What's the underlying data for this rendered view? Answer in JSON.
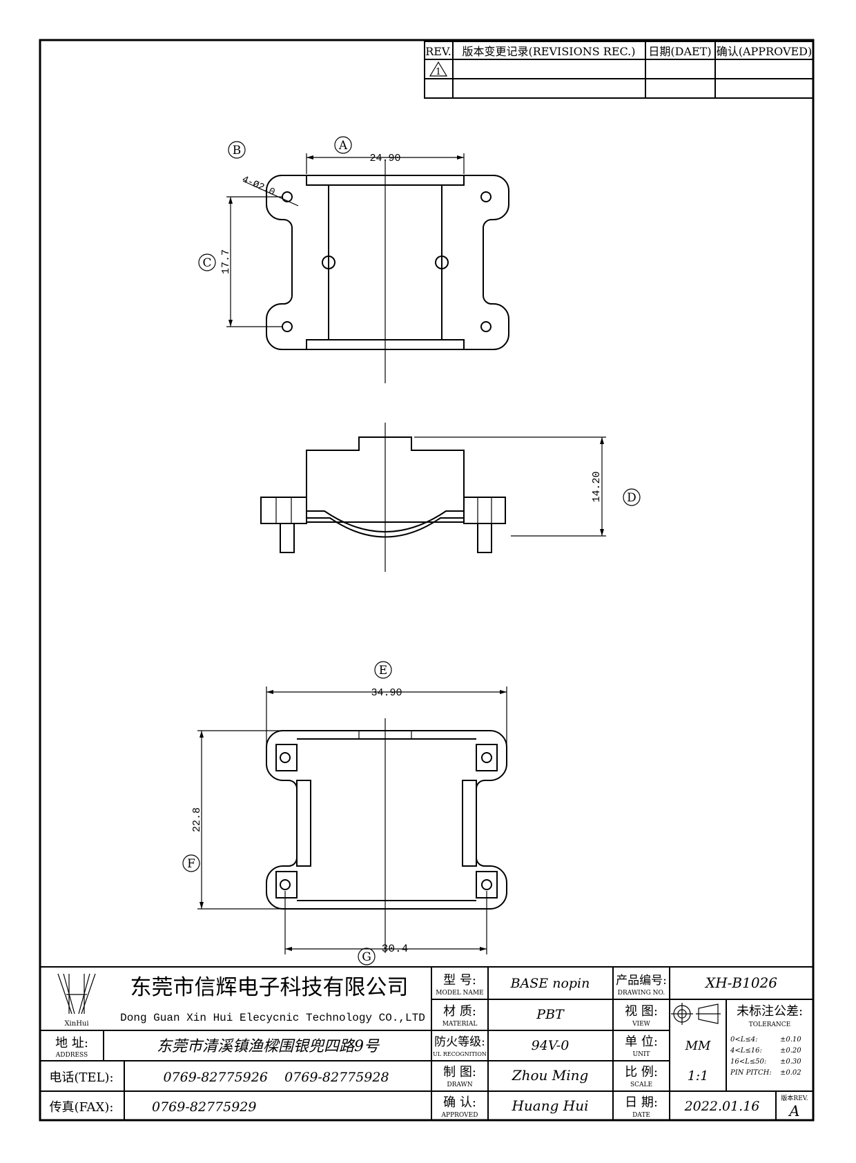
{
  "revision_table": {
    "headers": [
      "REV.",
      "版本变更记录(REVISIONS REC.)",
      "日期(DAET)",
      "确认(APPROVED)"
    ],
    "rev_symbol": "1"
  },
  "callouts": {
    "A": "A",
    "B": "B",
    "C": "C",
    "D": "D",
    "E": "E",
    "F": "F",
    "G": "G"
  },
  "dimensions": {
    "A": "24.90",
    "B": "4-Ø2.0",
    "C": "17.7",
    "D": "14.20",
    "E": "34.90",
    "F": "22.8",
    "G": "30.4"
  },
  "title_block": {
    "company_cn": "东莞市信辉电子科技有限公司",
    "company_en": "Dong Guan Xin Hui Elecycnic Technology CO.,LTD",
    "logo_text": "XinHui",
    "address_label": "地  址:",
    "address_label_en": "ADDRESS",
    "address_value": "东莞市清溪镇渔樑围银兜四路9号",
    "tel_label": "电话(TEL):",
    "tel_value": "0769-82775926    0769-82775928",
    "fax_label": "传真(FAX):",
    "fax_value": "0769-82775929",
    "model_label": "型  号:",
    "model_label_en": "MODEL NAME",
    "model_value": "BASE nopin",
    "material_label": "材  质:",
    "material_label_en": "MATERIAL",
    "material_value": "PBT",
    "ul_label": "防火等级:",
    "ul_label_en": "UL RECOGNITION",
    "ul_value": "94V-0",
    "drawn_label": "制  图:",
    "drawn_label_en": "DRAWN",
    "drawn_value": "Zhou Ming",
    "approved_label": "确  认:",
    "approved_label_en": "APPROVED",
    "approved_value": "Huang Hui",
    "drawing_no_label": "产品编号:",
    "drawing_no_label_en": "DRAWING NO.",
    "drawing_no_value": "XH-B1026",
    "view_label": "视  图:",
    "view_label_en": "VIEW",
    "unit_label": "单  位:",
    "unit_label_en": "UNIT",
    "unit_value": "MM",
    "scale_label": "比  例:",
    "scale_label_en": "SCALE",
    "scale_value": "1:1",
    "date_label": "日  期:",
    "date_label_en": "DATE",
    "date_value": "2022.01.16",
    "tolerance_label": "未标注公差:",
    "tolerance_label_en": "TOLERANCE",
    "tolerance_rows": [
      {
        "range": "0<L≤4:",
        "value": "±0.10"
      },
      {
        "range": "4<L≤16:",
        "value": "±0.20"
      },
      {
        "range": "16<L≤50:",
        "value": "±0.30"
      },
      {
        "range": "PIN PITCH:",
        "value": "±0.02"
      }
    ],
    "rev_label": "版本REV.",
    "rev_value": "A"
  }
}
